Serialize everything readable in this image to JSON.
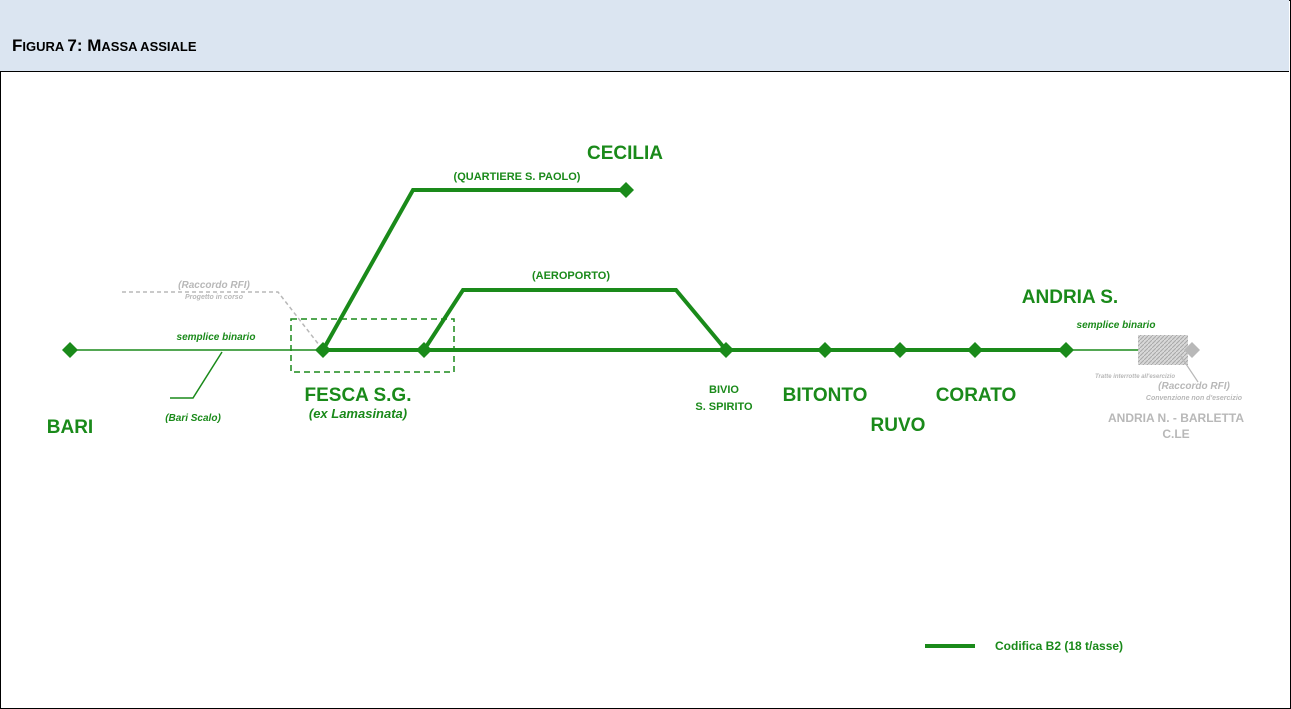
{
  "header": {
    "title_parts": [
      "F",
      "IGURA ",
      "7: M",
      "ASSA ASSIALE"
    ]
  },
  "colors": {
    "track": "#1a8a1a",
    "inactive": "#b8b8b8",
    "header_bg": "#dbe5f1"
  },
  "stations": {
    "bari": "BARI",
    "bari_scalo": "(Bari Scalo)",
    "fesca": "FESCA S.G.",
    "fesca_sub": "(ex Lamasinata)",
    "cecilia": "CECILIA",
    "quartiere": "(QUARTIERE S. PAOLO)",
    "aeroporto": "(AEROPORTO)",
    "bivio_1": "BIVIO",
    "bivio_2": "S. SPIRITO",
    "bitonto": "BITONTO",
    "ruvo": "RUVO",
    "corato": "CORATO",
    "andria_s": "ANDRIA S.",
    "andria_n_1": "ANDRIA N. - BARLETTA",
    "andria_n_2": "C.LE"
  },
  "notes": {
    "semplice_binario_left": "semplice binario",
    "semplice_binario_right": "semplice binario",
    "raccordo_rfi_left": "(Raccordo RFI)",
    "progetto_in_corso": "Progetto in corso",
    "tratte_interrotte": "Tratte interrotte all'esercizio",
    "raccordo_rfi_right": "(Raccordo RFI)",
    "convenzione": "Convenzione non d'esercizio"
  },
  "legend": {
    "label": "Codifica B2 (18 t/asse)"
  }
}
